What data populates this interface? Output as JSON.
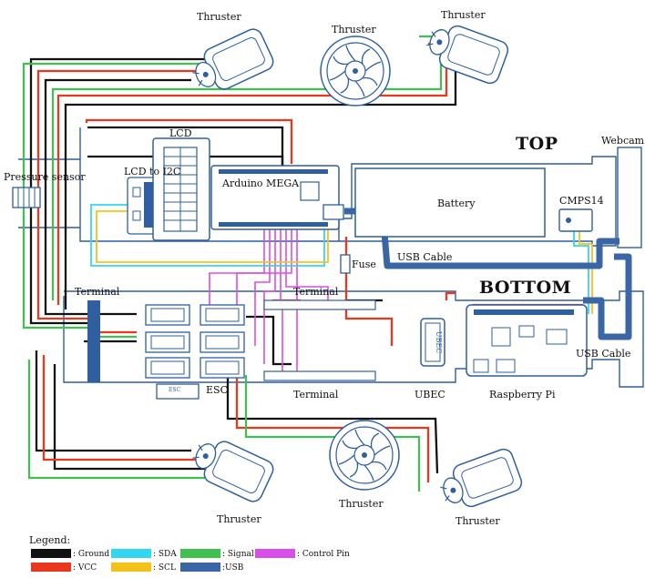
{
  "labels": {
    "thruster_top_left": "Thruster",
    "thruster_top_center": "Thruster",
    "thruster_top_right": "Thruster",
    "thruster_bottom_left": "Thruster",
    "thruster_bottom_center": "Thruster",
    "thruster_bottom_right": "Thruster",
    "top": "TOP",
    "bottom": "BOTTOM",
    "webcam": "Webcam",
    "pressure_sensor": "Pressure sensor",
    "lcd_to_i2c": "LCD to I2C",
    "lcd": "LCD",
    "arduino": "Arduino MEGA",
    "battery": "Battery",
    "cmps": "CMPS14",
    "usb_cable_top": "USB Cable",
    "usb_cable_right": "USB Cable",
    "fuse": "Fuse",
    "terminal_left": "Terminal",
    "terminal_center": "Terminal",
    "terminal_bottom": "Terminal",
    "esc": "ESC",
    "esc_chip": "ESC",
    "ubec": "UBEC",
    "ubec_chip": "UBEC",
    "raspberry_pi": "Raspberry Pi"
  },
  "legend": {
    "title": "Legend:",
    "items": [
      {
        "label": ": Ground",
        "color": "#111111"
      },
      {
        "label": ": SDA",
        "color": "#33d6f0"
      },
      {
        "label": ": Signal",
        "color": "#3fc04f"
      },
      {
        "label": ": Control Pin",
        "color": "#d84ee6"
      },
      {
        "label": ": VCC",
        "color": "#e8391e"
      },
      {
        "label": ": SCL",
        "color": "#f2c21a"
      },
      {
        "label": ":USB",
        "color": "#3b66a6"
      }
    ]
  },
  "colors": {
    "ground": "#111111",
    "vcc": "#e8391e",
    "signal": "#3fc04f",
    "sda": "#33d6f0",
    "scl": "#f2c21a",
    "control": "#d84ee6",
    "usb": "#3b66a6",
    "component": "#2f5f9e"
  }
}
